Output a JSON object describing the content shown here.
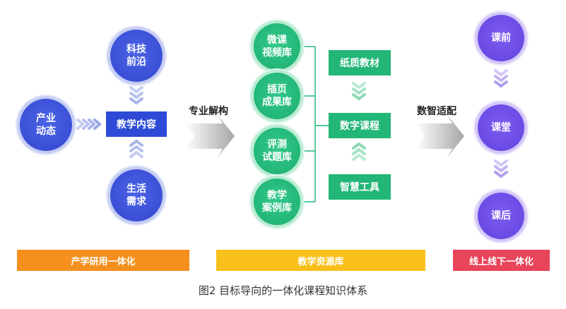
{
  "left": {
    "top_circle": "科技\n前沿",
    "left_circle": "产业\n动态",
    "bottom_circle": "生活\n需求",
    "center_box": "教学内容"
  },
  "arrow1_label": "专业解构",
  "middle": {
    "circles": [
      "微课\n视频库",
      "插页\n成果库",
      "评测\n试题库",
      "教学\n案例库"
    ],
    "boxes": [
      "纸质教材",
      "数字课程",
      "智慧工具"
    ]
  },
  "arrow2_label": "数智适配",
  "right": {
    "circles": [
      "课前",
      "课堂",
      "课后"
    ]
  },
  "bars": {
    "left": "产学研用一体化",
    "middle": "教学资源库",
    "right": "线上线下一体化"
  },
  "caption": "图2  目标导向的一体化课程知识体系",
  "colors": {
    "blue": "#2f4ad6",
    "green": "#22b677",
    "purple": "#6a4ae4",
    "orange": "#f5901e",
    "yellow": "#f9c01c",
    "red": "#e8445a"
  }
}
